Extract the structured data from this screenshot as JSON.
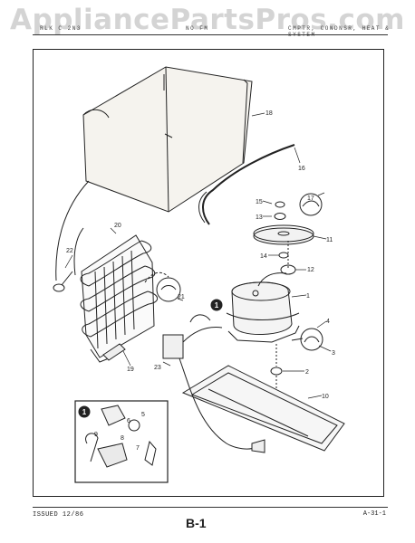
{
  "watermark": "AppliancePartsPros.com",
  "header": {
    "left": "RLK C 2N3",
    "center": "NO FM",
    "right": "CMPTR, CONDNSR, HEAT & SYSTEM"
  },
  "callouts": [
    "1",
    "2",
    "3",
    "4",
    "5",
    "6",
    "7",
    "8",
    "9",
    "10",
    "11",
    "12",
    "13",
    "14",
    "15",
    "16",
    "17",
    "18",
    "19",
    "20",
    "21",
    "22",
    "23"
  ],
  "inset_marker": "1",
  "footer": {
    "issued": "ISSUED 12/86",
    "page": "B-1",
    "code": "A-31-1"
  }
}
